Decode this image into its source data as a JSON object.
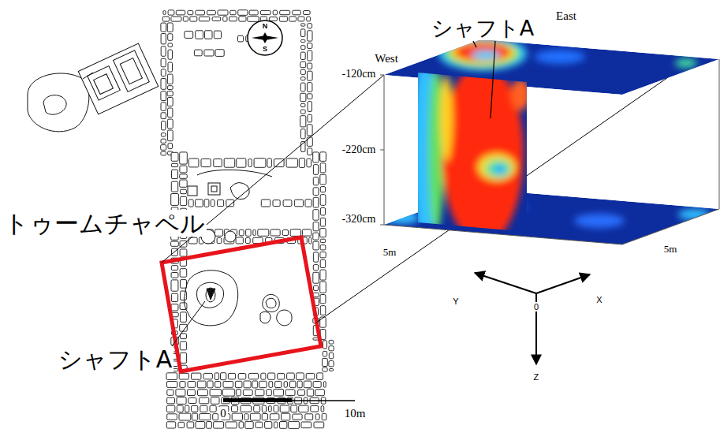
{
  "diagram": {
    "labels": [
      "East",
      "N",
      "シャフトA",
      "S",
      "West",
      "-120cm",
      "-220cm",
      "-320cm",
      "トゥームチャペル",
      "5m",
      "5m",
      "Y",
      "0",
      "X",
      "シャフトA",
      "Z",
      "0",
      "10m"
    ]
  }
}
